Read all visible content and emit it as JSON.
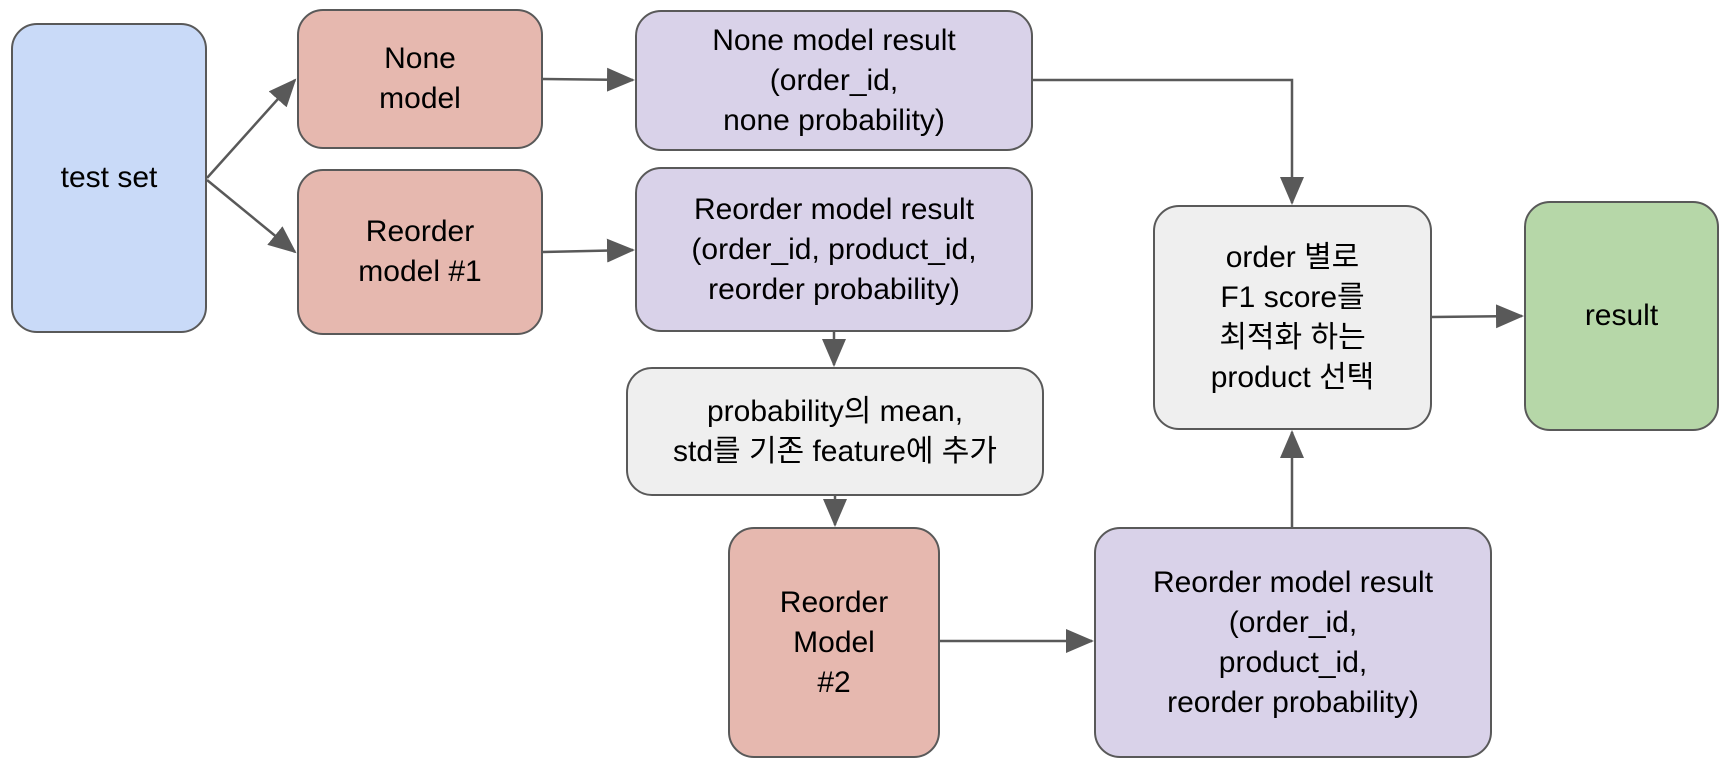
{
  "nodes": {
    "test_set": {
      "lines": [
        "test set"
      ]
    },
    "none_model": {
      "lines": [
        "None",
        "model"
      ]
    },
    "reorder_model_1": {
      "lines": [
        "Reorder",
        "model #1"
      ]
    },
    "none_model_result": {
      "lines": [
        "None model result",
        "(order_id,",
        "none probability)"
      ]
    },
    "reorder_model_result_1": {
      "lines": [
        "Reorder model result",
        "(order_id, product_id,",
        "reorder probability)"
      ]
    },
    "probability_feature": {
      "lines": [
        "probability의 mean,",
        "std를 기존 feature에 추가"
      ]
    },
    "reorder_model_2": {
      "lines": [
        "Reorder",
        "Model",
        "#2"
      ]
    },
    "reorder_model_result_2": {
      "lines": [
        "Reorder model result",
        "(order_id,",
        "product_id,",
        "reorder probability)"
      ]
    },
    "order_f1_select": {
      "lines": [
        "order 별로",
        "F1 score를",
        "최적화 하는",
        "product 선택"
      ]
    },
    "result": {
      "lines": [
        "result"
      ]
    }
  },
  "colors": {
    "input": "#c9daf8",
    "model": "#e6b8af",
    "model_result": "#d9d2e9",
    "process": "#efefef",
    "output": "#b6d7a8",
    "stroke": "#595959"
  }
}
